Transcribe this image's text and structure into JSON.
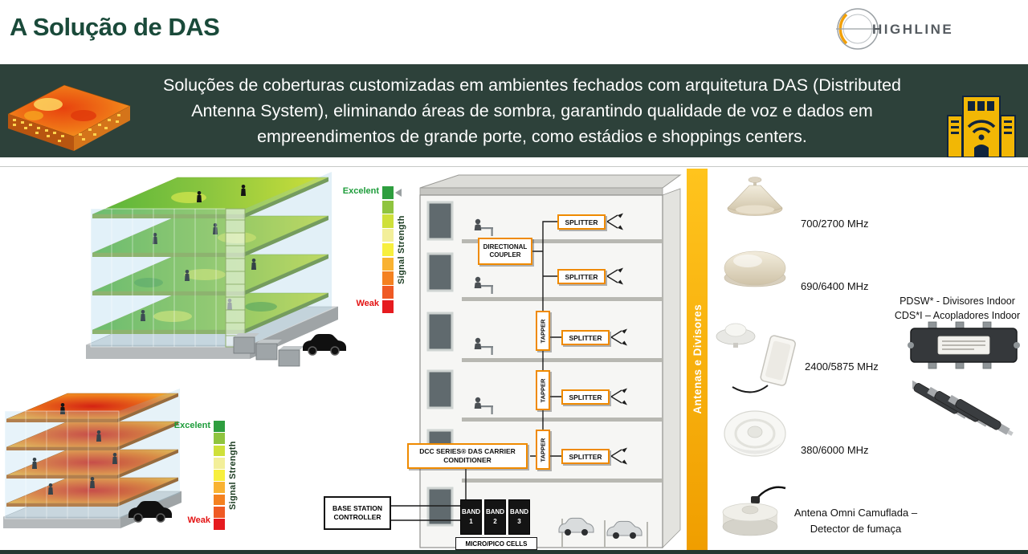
{
  "header": {
    "title": "A Solução de DAS",
    "logo_text": "HIGHLINE"
  },
  "banner": {
    "text": "Soluções de coberturas customizadas em ambientes fechados com arquitetura DAS (Distributed Antenna System), eliminando áreas de sombra, garantindo qualidade de voz e dados em empreendimentos de grande porte, como estádios e shoppings centers."
  },
  "legends": {
    "excellent_label": "Excelent",
    "weak_label": "Weak",
    "axis_label": "Signal Strength",
    "colors": [
      "#2e9e3f",
      "#8fc43f",
      "#cfe03a",
      "#f3ef9a",
      "#f7ef3e",
      "#f9b232",
      "#f48120",
      "#ef5a24",
      "#e61b1f"
    ]
  },
  "diagram": {
    "splitter_label": "SPLITTER",
    "directional_coupler_label": "DIRECTIONAL COUPLER",
    "tapper_label": "TAPPER",
    "dcc_label": "DCC SERIES® DAS CARRIER CONDITIONER",
    "base_station_label": "BASE STATION CONTROLLER",
    "bands": [
      "BAND\n1",
      "BAND\n2",
      "BAND\n3"
    ],
    "micro_pico_label": "MICRO/PICO CELLS"
  },
  "sidebar": {
    "label": "Antenas e Divisores"
  },
  "antennas": [
    {
      "freq": "700/2700 MHz"
    },
    {
      "freq": "690/6400 MHz"
    },
    {
      "freq": "2400/5875 MHz"
    },
    {
      "freq": "380/6000 MHz"
    },
    {
      "freq": "Antena Omni Camuflada – Detector de fumaça"
    }
  ],
  "divisores": {
    "line1": "PDSW* - Divisores Indoor",
    "line2": "CDS*I – Acopladores Indoor"
  },
  "colors": {
    "title_green": "#1a4a3a",
    "banner_bg": "#2d413a",
    "accent_yellow": "#f0a500",
    "box_border_orange": "#ef8a00",
    "excellent_green": "#1d9c3a",
    "weak_red": "#e31313"
  }
}
